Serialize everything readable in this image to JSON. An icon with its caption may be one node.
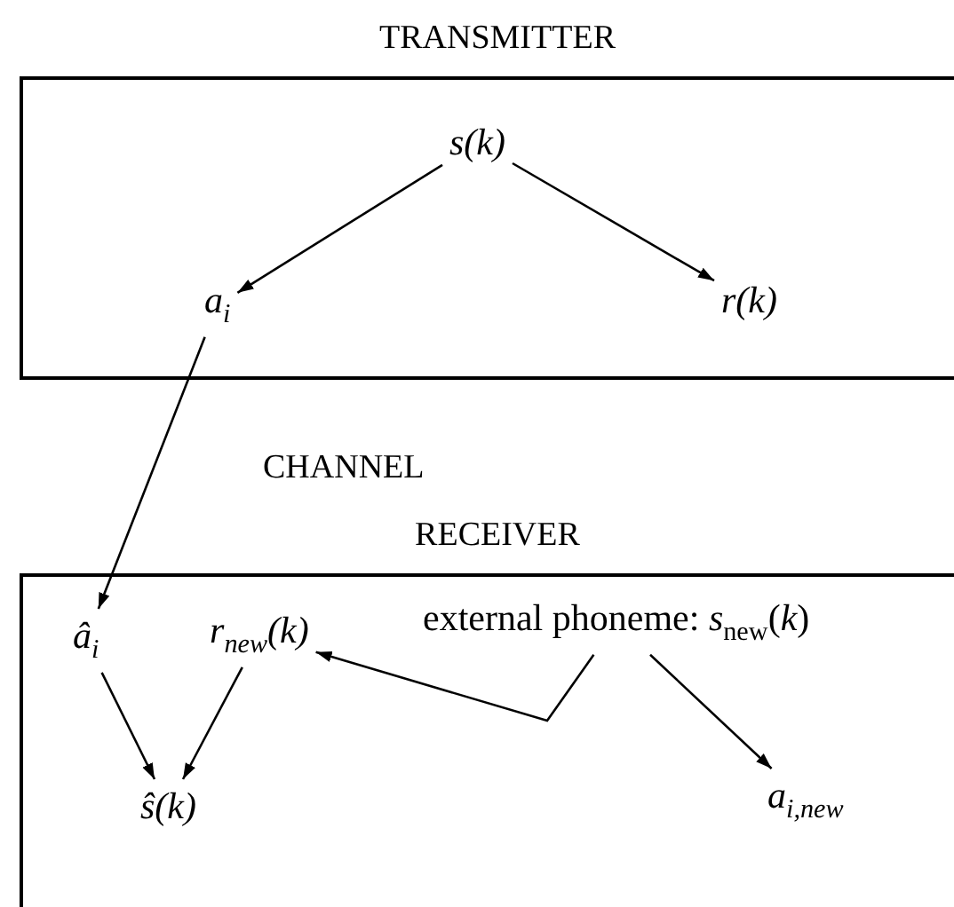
{
  "diagram": {
    "nodes": [
      {
        "text": [
          "TRANSMITTER"
        ]
      },
      {
        "text": [
          "s(k)"
        ],
        "in": 0
      },
      {
        "text": [
          "a$_{i}$"
        ],
        "in": 0
      },
      {
        "text": [
          "r(k)"
        ],
        "in": 0
      },
      {
        "text": [
          "RECEIVER"
        ]
      },
      {
        "text": [
          "â$_{i}$"
        ],
        "in": 4
      },
      {
        "text": [
          "r$_{new}$(k)"
        ],
        "in": 4
      },
      {
        "text": [
          "external phoneme: *s*$_{new}$(*k*)"
        ],
        "in": 4
      },
      {
        "text": [
          "ŝ(k)"
        ],
        "in": 4
      },
      {
        "text": [
          "a$_{i,new}$"
        ],
        "in": 4
      }
    ],
    "edges": [
      {
        "from": 1,
        "to": 2,
        "arrow": "to"
      },
      {
        "from": 1,
        "to": 3,
        "arrow": "to"
      },
      {
        "from": 2,
        "to": 5,
        "arrow": "to"
      },
      {
        "from": 7,
        "to": 6,
        "arrow": "to"
      },
      {
        "from": 7,
        "to": 9,
        "arrow": "to"
      },
      {
        "from": 5,
        "to": 8,
        "arrow": "to"
      },
      {
        "from": 6,
        "to": 8,
        "arrow": "to"
      }
    ],
    "labels": [
      "CHANNEL"
    ]
  }
}
